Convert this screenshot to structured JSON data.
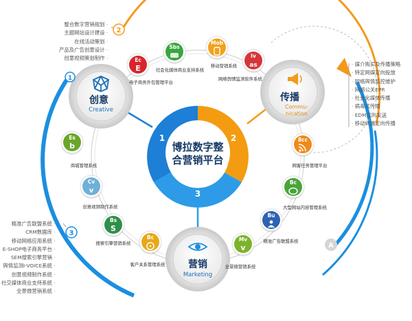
{
  "center": {
    "line1": "博拉数字整",
    "line2": "合营销平台"
  },
  "segment_numbers": [
    "1",
    "2",
    "3"
  ],
  "hubs": {
    "creative": {
      "zh": "创意",
      "en": "Creative"
    },
    "communication": {
      "zh": "传播",
      "en_line1": "Commu-",
      "en_line2": "nication"
    },
    "marketing": {
      "zh": "营销",
      "en": "Marketing"
    }
  },
  "products": [
    {
      "abbr": "Ec",
      "label": "电子商务外包管理平台",
      "color": "#d7262b",
      "glyph": "E"
    },
    {
      "abbr": "Sbs",
      "label": "社会化媒体商业支持系统",
      "color": "#3aa640",
      "glyph": "Sbs"
    },
    {
      "abbr": "Mob",
      "label": "移动营销系统",
      "color": "#f2a21c",
      "glyph": "phone"
    },
    {
      "abbr": "Iv",
      "label": "网络舆情监测软件系统",
      "color": "#d5363a",
      "glyph": "lastfm"
    },
    {
      "abbr": "8cc",
      "label": "网客任务管理平台",
      "color": "#f08a1a",
      "glyph": "rss"
    },
    {
      "abbr": "Es",
      "label": "商城管理系统",
      "color": "#6aa62a",
      "glyph": "b"
    },
    {
      "abbr": "Cv",
      "label": "创意视频制作系统",
      "color": "#6fb0d8",
      "glyph": "vimeo"
    },
    {
      "abbr": "Bs",
      "label": "搜索引擎营销系统",
      "color": "#2f8f4a",
      "glyph": "S"
    },
    {
      "abbr": "Bc",
      "label": "客户关系管理系统",
      "color": "#e8a818",
      "glyph": "cd"
    },
    {
      "abbr": "Mv",
      "label": "全景微营销系统",
      "color": "#7cb32a",
      "glyph": "v"
    },
    {
      "abbr": "Bu",
      "label": "精准广告联盟系统",
      "color": "#2d63b2",
      "glyph": "person"
    },
    {
      "abbr": "Bc",
      "label": "大型网站内容管理系统",
      "color": "#4aa43a",
      "glyph": "bubble"
    }
  ],
  "list_1": {
    "badge": "1",
    "items": []
  },
  "list_2": {
    "badge": "2",
    "items": [
      "整合数字营销规划",
      "主题网站设计建设",
      "在线活动策划",
      "产品及广告创意设计",
      "创意视频策划制作"
    ]
  },
  "list_3": {
    "badge": "3",
    "items": [
      "精准广告联盟系统",
      "CRM数据库",
      "移动网络应用系统",
      "E-SHOP电子商务平台",
      "SEM搜索引擎营销",
      "舆情监测I-VOICE系统",
      "创意视频制作系统",
      "社交媒体商业支持系统",
      "全景微营销系统"
    ]
  },
  "list_a": {
    "badge": "A",
    "items": [
      "媒介购买及传播策略",
      "特定网媒定向投放",
      "网络舆情监控维护",
      "网络公关EPR",
      "社会化媒体传播",
      "病毒式传播",
      "EDM定向发送",
      "移动终端定向传播"
    ]
  },
  "colors": {
    "blue": "#1b8fe0",
    "orange": "#f39a1a",
    "dark": "#173a66",
    "segment1": "#1d7fd6",
    "segment2": "#f39c12",
    "segment3": "#2d9be8"
  }
}
